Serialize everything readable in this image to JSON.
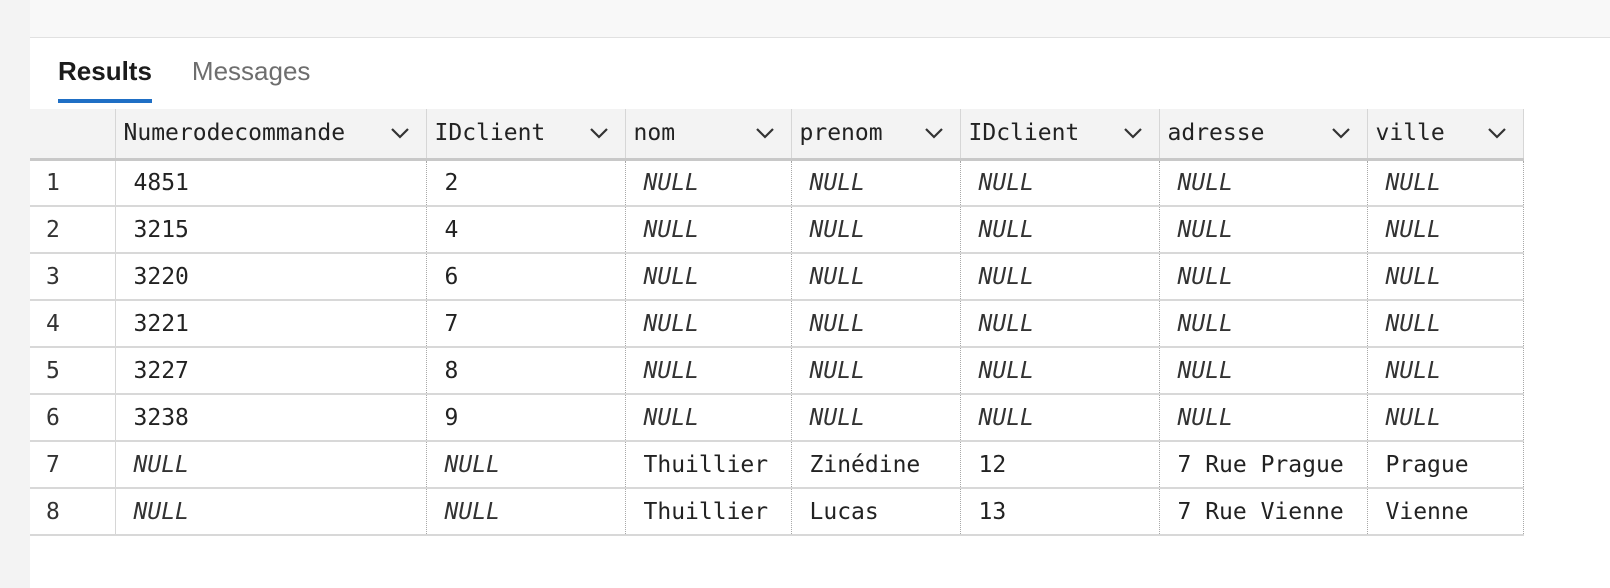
{
  "tabs": [
    {
      "label": "Results",
      "active": true
    },
    {
      "label": "Messages",
      "active": false
    }
  ],
  "columns": [
    "Numerodecommande",
    "IDclient",
    "nom",
    "prenom",
    "IDclient",
    "adresse",
    "ville"
  ],
  "rows": [
    [
      "1",
      "4851",
      "2",
      "NULL",
      "NULL",
      "NULL",
      "NULL",
      "NULL"
    ],
    [
      "2",
      "3215",
      "4",
      "NULL",
      "NULL",
      "NULL",
      "NULL",
      "NULL"
    ],
    [
      "3",
      "3220",
      "6",
      "NULL",
      "NULL",
      "NULL",
      "NULL",
      "NULL"
    ],
    [
      "4",
      "3221",
      "7",
      "NULL",
      "NULL",
      "NULL",
      "NULL",
      "NULL"
    ],
    [
      "5",
      "3227",
      "8",
      "NULL",
      "NULL",
      "NULL",
      "NULL",
      "NULL"
    ],
    [
      "6",
      "3238",
      "9",
      "NULL",
      "NULL",
      "NULL",
      "NULL",
      "NULL"
    ],
    [
      "7",
      "NULL",
      "NULL",
      "Thuillier",
      "Zinédine",
      "12",
      "7 Rue Prague",
      "Prague"
    ],
    [
      "8",
      "NULL",
      "NULL",
      "Thuillier",
      "Lucas",
      "13",
      "7 Rue Vienne",
      "Vienne"
    ]
  ],
  "icons": {
    "column_menu": "chevron-down-icon"
  },
  "colors": {
    "active_tab_underline": "#1f6fc5",
    "header_bg": "#f3f3f3"
  }
}
